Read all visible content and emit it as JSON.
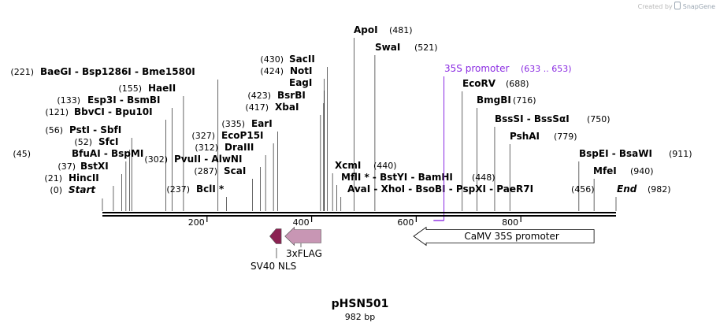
{
  "credit": {
    "prefix": "Created by",
    "brand": "SnapGene"
  },
  "plasmid": {
    "name": "pHSN501",
    "length_label": "982 bp",
    "length": 982
  },
  "colors": {
    "backbone": "#000000",
    "promoter_label": "#8a2be2",
    "sv40": "#8b2252",
    "flag": "#c896b4",
    "camv_fill": "#ffffff"
  },
  "sites": [
    {
      "name": "Start",
      "italic": true,
      "pos": "(0)",
      "bp": 0
    },
    {
      "name": "HincII",
      "pos": "(21)",
      "bp": 21
    },
    {
      "name": "BstXI",
      "pos": "(37)",
      "bp": 37
    },
    {
      "name": "BfuAI  -  BspMI",
      "pos": "(45)",
      "bp": 45
    },
    {
      "name": "SfcI",
      "pos": "(52)",
      "bp": 52
    },
    {
      "name": "PstI  -  SbfI",
      "pos": "(56)",
      "bp": 56
    },
    {
      "name": "BbvCI  -  Bpu10I",
      "pos": "(121)",
      "bp": 121
    },
    {
      "name": "Esp3I  -  BsmBI",
      "pos": "(133)",
      "bp": 133
    },
    {
      "name": "HaeII",
      "pos": "(155)",
      "bp": 155
    },
    {
      "name": "BaeGI  -  Bsp1286I  -  Bme1580I",
      "pos": "(221)",
      "bp": 221
    },
    {
      "name": "BclI *",
      "pos": "(237)",
      "bp": 237
    },
    {
      "name": "ScaI",
      "pos": "(287)",
      "bp": 287
    },
    {
      "name": "PvuII  -  AlwNI",
      "pos": "(302)",
      "bp": 302
    },
    {
      "name": "DraIII",
      "pos": "(312)",
      "bp": 312
    },
    {
      "name": "EcoP15I",
      "pos": "(327)",
      "bp": 327
    },
    {
      "name": "EarI",
      "pos": "(335)",
      "bp": 335
    },
    {
      "name": "XbaI",
      "pos": "(417)",
      "bp": 417
    },
    {
      "name": "BsrBI",
      "pos": "(423)",
      "bp": 423
    },
    {
      "name": "EagI",
      "bp": 424
    },
    {
      "name": "NotI",
      "pos": "(424)",
      "bp": 424
    },
    {
      "name": "SacII",
      "pos": "(430)",
      "bp": 430
    },
    {
      "name": "XcmI",
      "pos": "(440)",
      "bp": 440
    },
    {
      "name": "MflI *  -  BstYI  -  BamHI",
      "pos": "(448)",
      "bp": 448
    },
    {
      "name": "AvaI  -  XhoI  -  BsoBI  -  PspXI  -  PaeR7I",
      "pos": "(456)",
      "bp": 456
    },
    {
      "name": "ApoI",
      "pos": "(481)",
      "bp": 481
    },
    {
      "name": "SwaI",
      "pos": "(521)",
      "bp": 521
    },
    {
      "name": "EcoRV",
      "pos": "(688)",
      "bp": 688
    },
    {
      "name": "BmgBI",
      "pos": "(716)",
      "bp": 716
    },
    {
      "name": "BssSI  -  BssSαI",
      "pos": "(750)",
      "bp": 750
    },
    {
      "name": "PshAI",
      "pos": "(779)",
      "bp": 779
    },
    {
      "name": "BspEI  -  BsaWI",
      "pos": "(911)",
      "bp": 911
    },
    {
      "name": "MfeI",
      "pos": "(940)",
      "bp": 940
    },
    {
      "name": "End",
      "italic": true,
      "pos": "(982)",
      "bp": 982
    }
  ],
  "promoter_label": {
    "name": "35S promoter",
    "range": "(633 .. 653)",
    "start": 633,
    "end": 653
  },
  "ticks": [
    200,
    400,
    600,
    800
  ],
  "features": [
    {
      "name": "CaMV 35S promoter",
      "start": 595,
      "end": 940,
      "direction": "reverse"
    },
    {
      "name": "3xFLAG",
      "start": 349,
      "end": 418,
      "direction": "reverse"
    },
    {
      "name": "SV40 NLS",
      "start": 320,
      "end": 342,
      "direction": "reverse"
    }
  ]
}
